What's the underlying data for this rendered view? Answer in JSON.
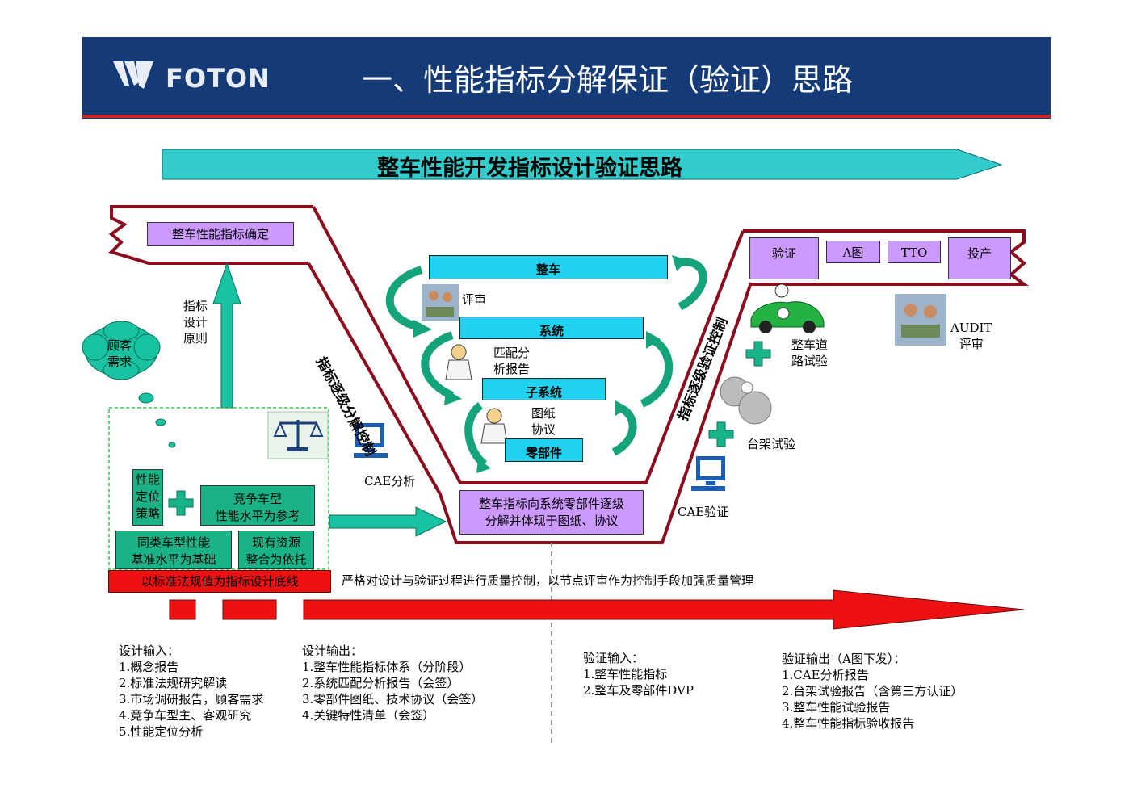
{
  "header": {
    "logo": "FOTON",
    "title": "一、性能指标分解保证（验证）思路"
  },
  "banner": {
    "title": "整车性能开发指标设计验证思路"
  },
  "colors": {
    "header_bg": "#143a78",
    "accent_red": "#c62828",
    "band": "#8b0d1e",
    "banner": "#33cccc",
    "purple": "#cc99ff",
    "cyan": "#1ed2f0",
    "green": "#1ab387",
    "red": "#ee1111"
  },
  "left": {
    "top_box": "整车性能指标确定",
    "arrow_label": [
      "指标",
      "设计",
      "原则"
    ],
    "cloud": [
      "顾客",
      "需求"
    ],
    "strategy": [
      "性能",
      "定位",
      "策略"
    ],
    "competitor": [
      "竞争车型",
      "性能水平为参考"
    ],
    "benchmark": [
      "同类车型性能",
      "基准水平为基础"
    ],
    "resources": [
      "现有资源",
      "整合为依托"
    ],
    "baseline": "以标准法规值为指标设计底线"
  },
  "middle": {
    "levels": [
      "整车",
      "系统",
      "子系统",
      "零部件"
    ],
    "review": "评审",
    "matching": [
      "匹配分",
      "析报告"
    ],
    "drawing": [
      "图纸",
      "协议"
    ],
    "cae": "CAE分析",
    "decompose": [
      "整车指标向系统零部件逐级",
      "分解并体现于图纸、协议"
    ],
    "left_band_label": "指标逐级分解控制",
    "right_band_label": "指标逐级验证控制"
  },
  "right": {
    "stages": [
      "验证",
      "A图",
      "TTO",
      "投产"
    ],
    "road_test": [
      "整车道",
      "路试验"
    ],
    "audit": [
      "AUDIT",
      "评审"
    ],
    "bench": "台架试验",
    "cae_verify": "CAE验证"
  },
  "quality_note": "严格对设计与验证过程进行质量控制，以节点评审作为控制手段加强质量管理",
  "bottom": {
    "design_input": {
      "title": "设计输入：",
      "items": [
        "1.概念报告",
        "2.标准法规研究解读",
        "3.市场调研报告，顾客需求",
        "4.竞争车型主、客观研究",
        "5.性能定位分析"
      ]
    },
    "design_output": {
      "title": "设计输出：",
      "items": [
        "1.整车性能指标体系（分阶段）",
        "2.系统匹配分析报告（会签）",
        "3.零部件图纸、技术协议（会签）",
        "4.关键特性清单（会签）"
      ]
    },
    "verify_input": {
      "title": "验证输入：",
      "items": [
        "1.整车性能指标",
        "2.整车及零部件DVP"
      ]
    },
    "verify_output": {
      "title": "验证输出（A图下发）：",
      "items": [
        "1.CAE分析报告",
        "2.台架试验报告（含第三方认证）",
        "3.整车性能试验报告",
        "4.整车性能指标验收报告"
      ]
    }
  }
}
